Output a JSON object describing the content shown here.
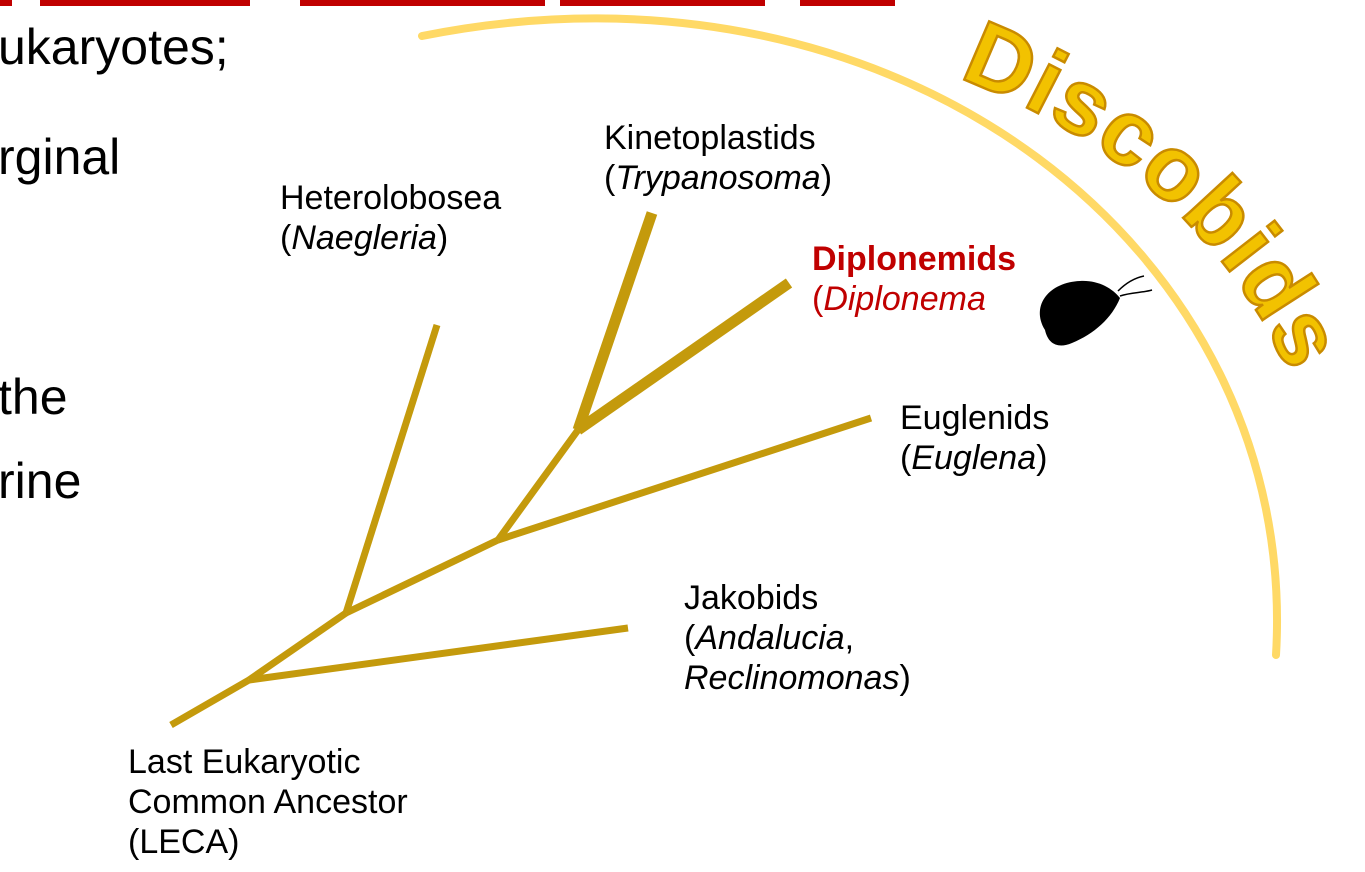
{
  "left_text": [
    "ukaryotes;",
    "rginal",
    "the",
    "rine"
  ],
  "clade": {
    "name": "Discobids"
  },
  "taxa": {
    "heterolobosea": {
      "name": "Heterolobosea",
      "genus": "Naegleria"
    },
    "kinetoplastids": {
      "name": "Kinetoplastids",
      "genus": "Trypanosoma"
    },
    "diplonemids": {
      "name": "Diplonemids",
      "genus": "Diplonema"
    },
    "euglenids": {
      "name": "Euglenids",
      "genus": "Euglena"
    },
    "jakobids": {
      "name": "Jakobids",
      "genus1": "Andalucia",
      "genus2": "Reclinomonas"
    },
    "leca": {
      "line1": "Last Eukaryotic",
      "line2": "Common Ancestor",
      "line3": "(LECA)"
    }
  },
  "colors": {
    "branch": "#c49a0c",
    "arc": "#ffd966",
    "clade_text": "#f2c200",
    "clade_outline": "#c98b00",
    "highlight": "#c00000",
    "organism": "#000000"
  }
}
